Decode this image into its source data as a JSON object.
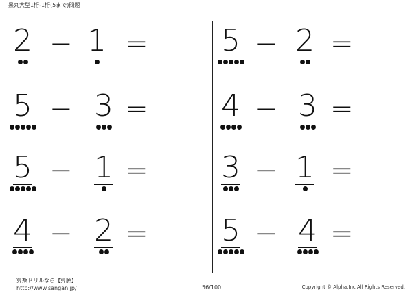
{
  "header": {
    "title": "黒丸大型1桁-1桁(5まで)問題"
  },
  "operators": {
    "minus": "−",
    "equals": "="
  },
  "problems": [
    {
      "a": "2",
      "a_dots": 2,
      "b": "1",
      "b_dots": 1
    },
    {
      "a": "5",
      "a_dots": 5,
      "b": "2",
      "b_dots": 2
    },
    {
      "a": "5",
      "a_dots": 5,
      "b": "3",
      "b_dots": 3
    },
    {
      "a": "4",
      "a_dots": 4,
      "b": "3",
      "b_dots": 3
    },
    {
      "a": "5",
      "a_dots": 5,
      "b": "1",
      "b_dots": 1
    },
    {
      "a": "3",
      "a_dots": 3,
      "b": "1",
      "b_dots": 1
    },
    {
      "a": "4",
      "a_dots": 4,
      "b": "2",
      "b_dots": 2
    },
    {
      "a": "5",
      "a_dots": 5,
      "b": "4",
      "b_dots": 4
    }
  ],
  "footer": {
    "site_name": "算数ドリルなら【算願】",
    "url": "http://www.sangan.jp/",
    "page_number": "56/100",
    "copyright": "Copyright © Alpha,Inc All Rights Reserved."
  }
}
